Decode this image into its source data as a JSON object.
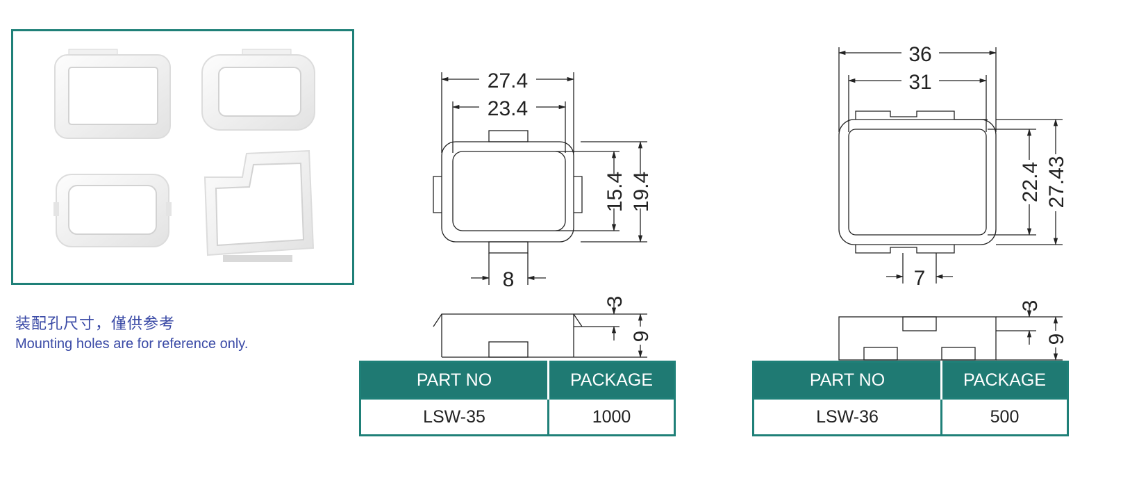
{
  "notes": {
    "cn": "装配孔尺寸，僅供参考",
    "en": "Mounting holes are for reference only."
  },
  "lsw35": {
    "dims": {
      "outer_width": "27.4",
      "inner_width": "23.4",
      "inner_height": "15.4",
      "outer_height": "19.4",
      "tab_width": "8",
      "flange": "3",
      "depth": "9"
    }
  },
  "lsw36": {
    "dims": {
      "outer_width": "36",
      "inner_width": "31",
      "inner_height": "22.4",
      "outer_height": "27.43",
      "tab_width": "7",
      "flange": "3",
      "depth": "9"
    }
  },
  "tables": [
    {
      "headers": [
        "PART NO",
        "PACKAGE"
      ],
      "row": [
        "LSW-35",
        "1000"
      ]
    },
    {
      "headers": [
        "PART NO",
        "PACKAGE"
      ],
      "row": [
        "LSW-36",
        "500"
      ]
    }
  ],
  "colors": {
    "accent": "#1f7a73",
    "note_text": "#3a4aa6"
  }
}
